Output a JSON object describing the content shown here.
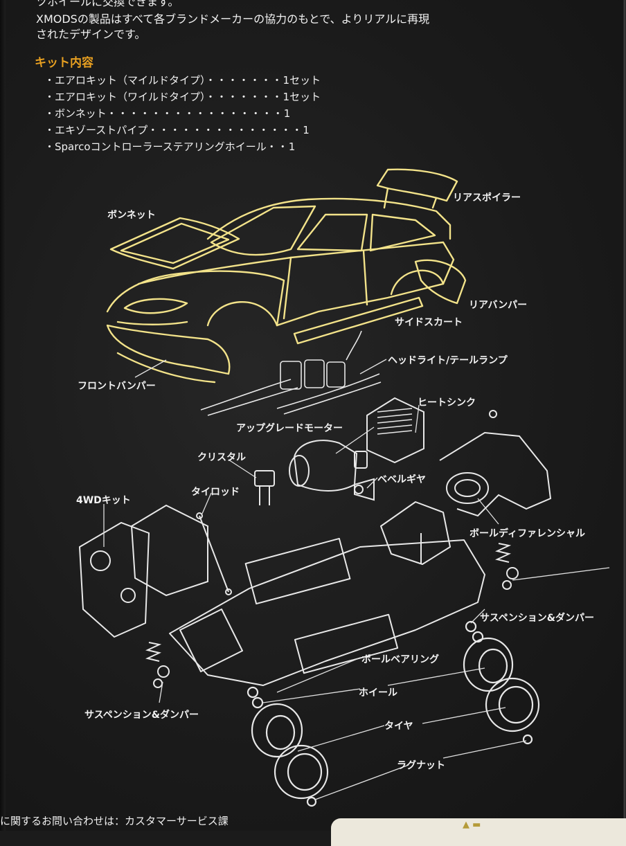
{
  "intro": {
    "cut_line": "ツホイールに交換できます。",
    "line1": "XMODSの製品はすべて各ブランドメーカーの協力のもとで、よりリアルに再現",
    "line2": "されたデザインです。"
  },
  "kit": {
    "heading": "キット内容",
    "items": [
      {
        "name": "・エアロキット（マイルドタイプ）",
        "dots": "・・・・・・・",
        "qty": "1セット"
      },
      {
        "name": "・エアロキット（ワイルドタイプ）",
        "dots": "・・・・・・・",
        "qty": "1セット"
      },
      {
        "name": "・ボンネット",
        "dots": "・・・・・・・・・・・・・・・・",
        "qty": "1"
      },
      {
        "name": "・エキゾーストパイプ",
        "dots": "・・・・・・・・・・・・・・",
        "qty": "1"
      },
      {
        "name": "・Sparcoコントローラーステアリングホイール",
        "dots": "・・",
        "qty": "1"
      }
    ]
  },
  "callouts": {
    "rear_spoiler": "リアスポイラー",
    "bonnet": "ボンネット",
    "rear_bumper": "リアバンパー",
    "side_skirt": "サイドスカート",
    "front_bumper": "フロントバンパー",
    "headlight": "ヘッドライト/テールランプ",
    "heatsink": "ヒートシンク",
    "motor": "アップグレードモーター",
    "crystal": "クリスタル",
    "bevel_gear": "ベベルギヤ",
    "tie_rod": "タイロッド",
    "four_wd": "4WDキット",
    "ball_diff": "ボールディファレンシャル",
    "suspension_right": "サスペンション&ダンパー",
    "ball_bearing": "ボールベアリング",
    "wheel": "ホイール",
    "suspension_left": "サスペンション&ダンパー",
    "tire": "タイヤ",
    "lug_nut": "ラグナット"
  },
  "footer": {
    "inquiry": "に関するお問い合わせは：カスタマーサービス課"
  },
  "colors": {
    "background": "#1b1b1b",
    "heading_orange": "#e8a021",
    "body_outline_yellow": "#f3e38a",
    "chassis_outline_white": "#e8e8e8"
  }
}
